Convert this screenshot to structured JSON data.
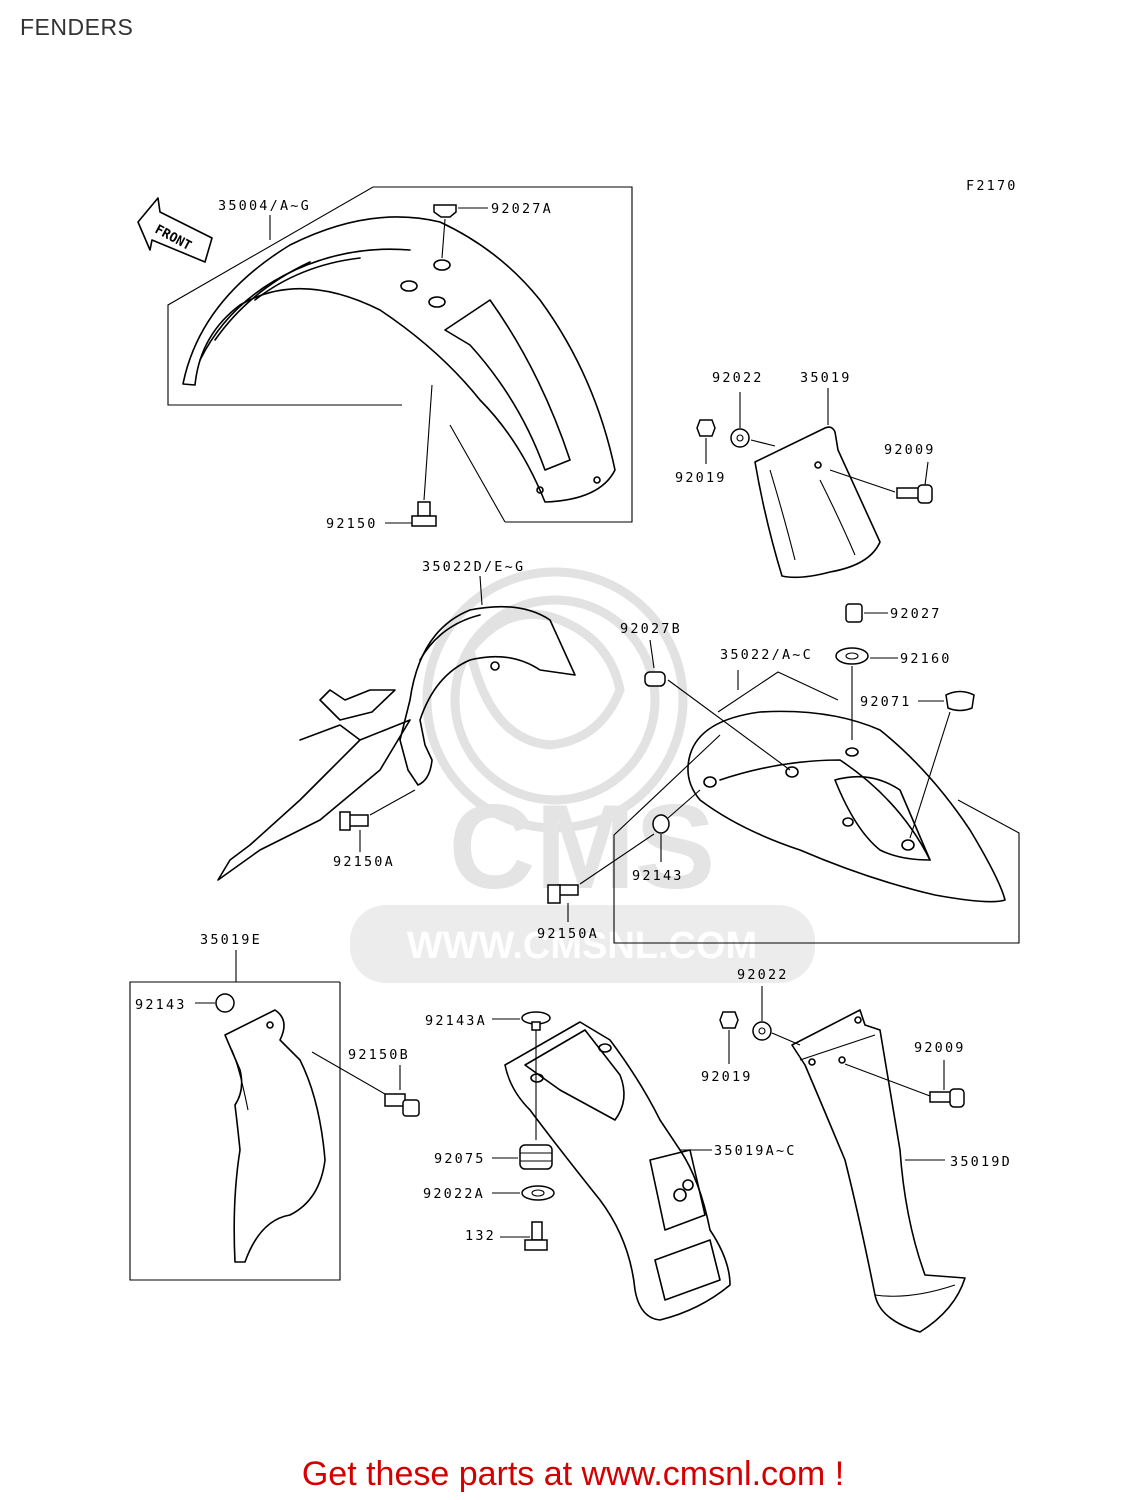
{
  "title": "FENDERS",
  "figure_code": "F2170",
  "front_label": "FRONT",
  "watermark": {
    "brand": "CMS",
    "url": "WWW.CMSNL.COM"
  },
  "labels": {
    "l35004": "35004/A~G",
    "l92027A": "92027A",
    "l92150": "92150",
    "l92022_top": "92022",
    "l35019": "35019",
    "l92019_top": "92019",
    "l92009_top": "92009",
    "l35022D": "35022D/E~G",
    "l92027B": "92027B",
    "l92027": "92027",
    "l35022": "35022/A~C",
    "l92160": "92160",
    "l92071": "92071",
    "l92150A_left": "92150A",
    "l92143_mid": "92143",
    "l92150A_mid": "92150A",
    "l35019E": "35019E",
    "l92143_left": "92143",
    "l92150B": "92150B",
    "l92143A": "92143A",
    "l92075": "92075",
    "l92022A": "92022A",
    "l132": "132",
    "l35019AC": "35019A~C",
    "l92022_bot": "92022",
    "l92019_bot": "92019",
    "l92009_bot": "92009",
    "l35019D": "35019D"
  },
  "footer": "Get these parts at www.cmsnl.com !"
}
